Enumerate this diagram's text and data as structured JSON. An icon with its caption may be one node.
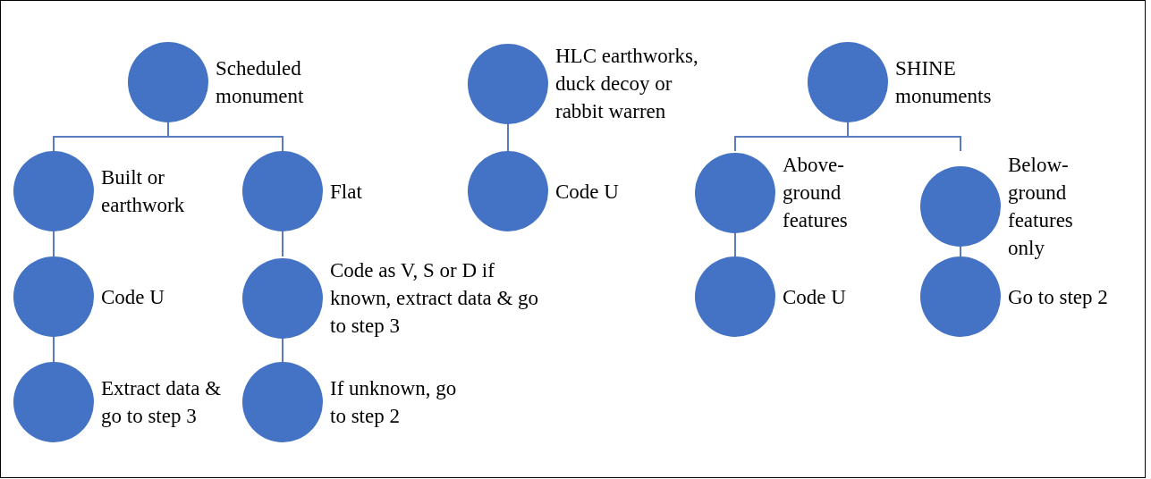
{
  "diagram": {
    "nodes": [
      {
        "text": [
          "Scheduled monument"
        ]
      },
      {
        "text": [
          "Built or earthwork"
        ]
      },
      {
        "text": [
          "Flat"
        ]
      },
      {
        "text": [
          "Code U"
        ]
      },
      {
        "text": [
          "Code as V, S or D if known, extract data & go to step 3"
        ]
      },
      {
        "text": [
          "Extract data & go to step 3"
        ]
      },
      {
        "text": [
          "If unknown, go to step 2"
        ]
      },
      {
        "text": [
          "HLC earthworks, duck decoy or rabbit warren"
        ]
      },
      {
        "text": [
          "Code U"
        ]
      },
      {
        "text": [
          "SHINE monuments"
        ]
      },
      {
        "text": [
          "Above-ground features"
        ]
      },
      {
        "text": [
          "Below-ground features only"
        ]
      },
      {
        "text": [
          "Code U"
        ]
      },
      {
        "text": [
          "Go to step 2"
        ]
      }
    ],
    "edges": [
      {
        "from": 0,
        "to": 1,
        "arrow": "none"
      },
      {
        "from": 0,
        "to": 2,
        "arrow": "none"
      },
      {
        "from": 1,
        "to": 3,
        "arrow": "none"
      },
      {
        "from": 3,
        "to": 5,
        "arrow": "none"
      },
      {
        "from": 2,
        "to": 4,
        "arrow": "none"
      },
      {
        "from": 4,
        "to": 6,
        "arrow": "none"
      },
      {
        "from": 7,
        "to": 8,
        "arrow": "none"
      },
      {
        "from": 9,
        "to": 10,
        "arrow": "none"
      },
      {
        "from": 9,
        "to": 11,
        "arrow": "none"
      },
      {
        "from": 10,
        "to": 12,
        "arrow": "none"
      },
      {
        "from": 11,
        "to": 13,
        "arrow": "none"
      }
    ]
  }
}
